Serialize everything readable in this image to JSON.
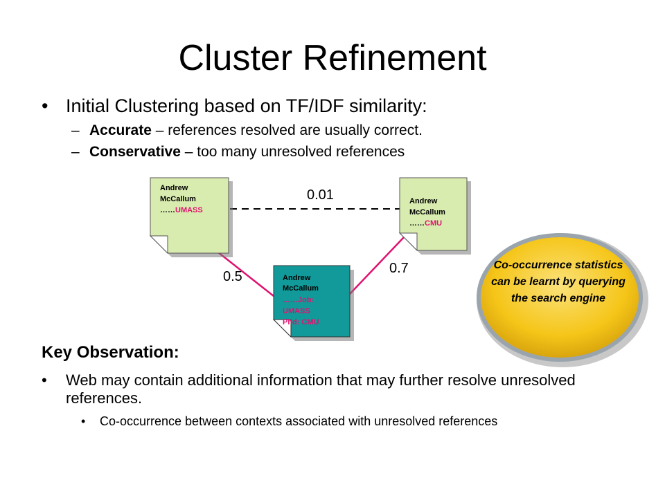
{
  "slide": {
    "title": "Cluster Refinement",
    "bullet_mark": "•",
    "dash_mark": "–",
    "bullet1": "Initial Clustering based on TF/IDF similarity:",
    "sub1": {
      "bold": "Accurate",
      "rest": " – references resolved are usually correct."
    },
    "sub2": {
      "bold": "Conservative",
      "rest": " – too many unresolved references"
    },
    "key_observation": "Key Observation:",
    "bullet2": "Web may contain additional information that may further resolve unresolved references.",
    "bullet3": "Co-occurrence between contexts associated with unresolved references"
  },
  "diagram": {
    "notes": {
      "umass": {
        "line1": "Andrew",
        "line2": "McCallum",
        "dots": "……",
        "highlight": "UMASS",
        "fill": "#d9ecb0",
        "highlight_color": "#e0116f"
      },
      "cmu": {
        "line1": "Andrew",
        "line2": "McCallum",
        "dots": "……",
        "highlight": "CMU",
        "fill": "#d9ecb0",
        "highlight_color": "#e0116f"
      },
      "center": {
        "line1": "Andrew",
        "line2": "McCallum",
        "line3": "……Job:",
        "line4": "UMASS",
        "line5": "Phd: CMU",
        "fill": "#129a9a",
        "highlight_color": "#e0116f"
      }
    },
    "edges": {
      "umass_cmu": {
        "weight": "0.01",
        "style": "dashed",
        "color": "#000000"
      },
      "umass_center": {
        "weight": "0.5",
        "style": "solid",
        "color": "#e0116f"
      },
      "cmu_center": {
        "weight": "0.7",
        "style": "solid",
        "color": "#e0116f"
      }
    },
    "callout": {
      "text": "Co-occurrence statistics can be learnt by querying the search engine",
      "fill": "#f5c518"
    }
  }
}
